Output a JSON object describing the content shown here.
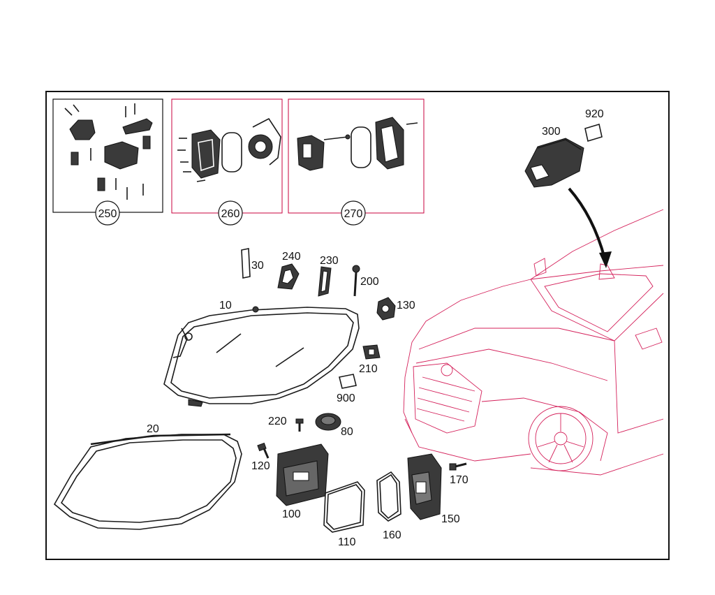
{
  "callouts": {
    "kit_250": "250",
    "kit_260": "260",
    "kit_270": "270",
    "p300": "300",
    "p920": "920",
    "p30": "30",
    "p240": "240",
    "p230": "230",
    "p200": "200",
    "p10": "10",
    "p130": "130",
    "p210": "210",
    "p900": "900",
    "p220": "220",
    "p80": "80",
    "p20": "20",
    "p120": "120",
    "p100": "100",
    "p110": "110",
    "p160": "160",
    "p150": "150",
    "p170": "170"
  },
  "colors": {
    "outline": "#111111",
    "car_outline": "#d4205a",
    "part_fill": "#3a3a3a"
  }
}
